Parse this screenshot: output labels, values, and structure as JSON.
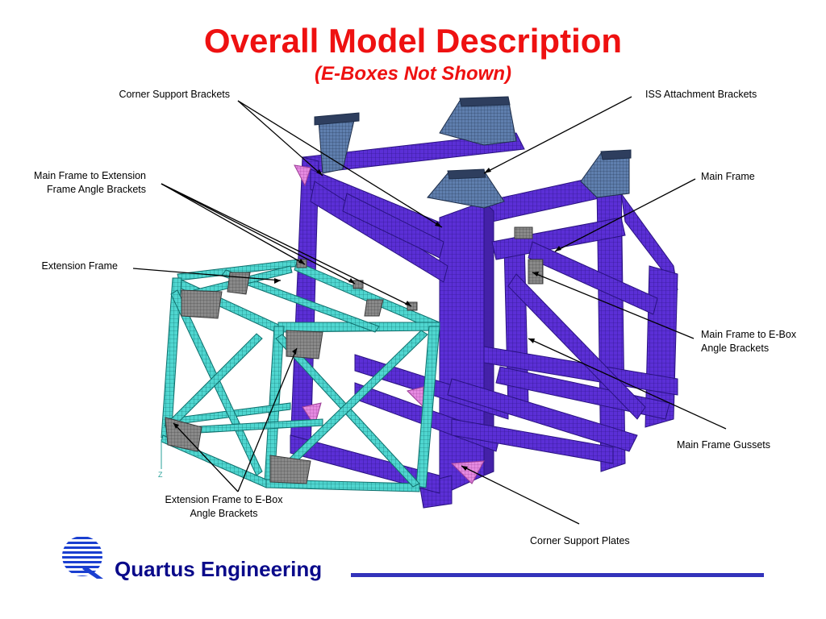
{
  "slide": {
    "title": "Overall Model Description",
    "subtitle": "(E-Boxes Not Shown)"
  },
  "callouts": {
    "corner_support_brackets": "Corner Support Brackets",
    "iss_attachment_brackets": "ISS Attachment Brackets",
    "main_to_extension_line1": "Main Frame to Extension",
    "main_to_extension_line2": "Frame Angle Brackets",
    "main_frame": "Main Frame",
    "extension_frame": "Extension Frame",
    "main_to_ebox_line1": "Main Frame to E-Box",
    "main_to_ebox_line2": "Angle Brackets",
    "main_frame_gussets": "Main Frame Gussets",
    "extension_to_ebox_line1": "Extension Frame to E-Box",
    "extension_to_ebox_line2": "Angle Brackets",
    "corner_support_plates": "Corner Support Plates",
    "axis_marker": "Z"
  },
  "footer": {
    "company": "Quartus Engineering"
  },
  "colors": {
    "title": "#ee1111",
    "main_frame": "#5b2fd6",
    "main_frame_edge": "#2a1280",
    "extension_frame": "#4fd6d0",
    "extension_frame_edge": "#0f6f6c",
    "bracket": "#7a7a7a",
    "iss_bracket": "#4d6a96",
    "gusset": "#e58ae0",
    "footer_rule": "#3333bb",
    "company": "#0a0a8a"
  }
}
